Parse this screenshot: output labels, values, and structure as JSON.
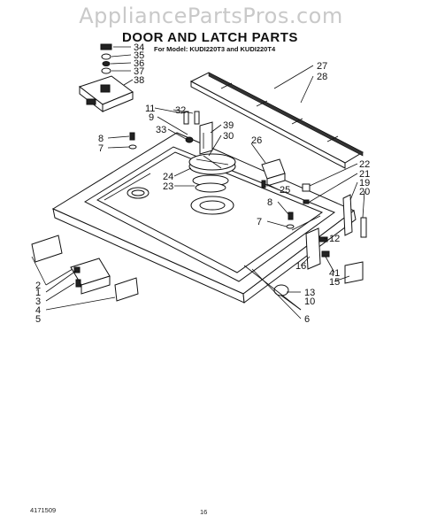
{
  "watermark": "AppliancePartsPros.com",
  "title": "DOOR AND LATCH PARTS",
  "subtitle": "For Model: KUDI220T3 and KUDI220T4",
  "footer": {
    "doc_number": "4171509",
    "page_number": "16"
  },
  "callouts": [
    "34",
    "35",
    "36",
    "37",
    "38",
    "27",
    "28",
    "11",
    "32",
    "9",
    "33",
    "39",
    "30",
    "8",
    "7",
    "26",
    "24",
    "23",
    "25",
    "22",
    "21",
    "19",
    "20",
    "8",
    "7",
    "12",
    "2",
    "1",
    "3",
    "4",
    "5",
    "16",
    "41",
    "15",
    "13",
    "10",
    "6"
  ]
}
